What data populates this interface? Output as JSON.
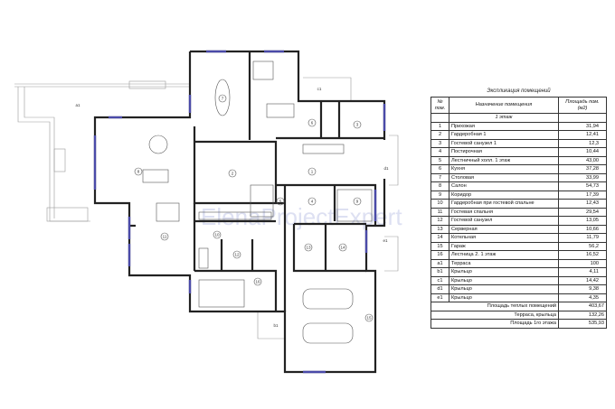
{
  "watermark": "ElenaProjectExpert",
  "plan": {
    "rooms": [
      {
        "num": "1",
        "label": "1"
      },
      {
        "num": "2",
        "label": "2"
      },
      {
        "num": "3",
        "label": "3"
      },
      {
        "num": "4",
        "label": "4"
      },
      {
        "num": "5",
        "label": "5"
      },
      {
        "num": "6",
        "label": "6"
      },
      {
        "num": "7",
        "label": "7"
      },
      {
        "num": "8",
        "label": "8"
      },
      {
        "num": "9",
        "label": "9"
      },
      {
        "num": "10",
        "label": "10"
      },
      {
        "num": "11",
        "label": "11"
      },
      {
        "num": "12",
        "label": "12"
      },
      {
        "num": "13",
        "label": "13"
      },
      {
        "num": "14",
        "label": "14"
      },
      {
        "num": "15",
        "label": "15"
      },
      {
        "num": "16",
        "label": "16"
      }
    ],
    "outdoor": [
      "a1",
      "b1",
      "c1",
      "d1",
      "e1"
    ],
    "window_color": "#4a4aa8"
  },
  "table": {
    "title": "Экспликация помещений",
    "headers": {
      "num": "№ пом.",
      "name": "Назначение помещения",
      "area": "Площадь пом. (м2)"
    },
    "floor_label": "1 этаж",
    "rows": [
      {
        "num": "1",
        "name": "Прихожая",
        "area": "31,94"
      },
      {
        "num": "2",
        "name": "Гардеробная 1",
        "area": "12,41"
      },
      {
        "num": "3",
        "name": "Гостевой санузел 1",
        "area": "12,3"
      },
      {
        "num": "4",
        "name": "Постирочная",
        "area": "10,44"
      },
      {
        "num": "5",
        "name": "Лестничный холл. 1 этаж",
        "area": "43,00"
      },
      {
        "num": "6",
        "name": "Кухня",
        "area": "37,28"
      },
      {
        "num": "7",
        "name": "Столовая",
        "area": "33,99"
      },
      {
        "num": "8",
        "name": "Салон",
        "area": "54,73"
      },
      {
        "num": "9",
        "name": "Коридор",
        "area": "17,39"
      },
      {
        "num": "10",
        "name": "Гардеробная при гостевой спальне",
        "area": "12,43"
      },
      {
        "num": "11",
        "name": "Гостевая спальня",
        "area": "29,54"
      },
      {
        "num": "12",
        "name": "Гостевой санузел",
        "area": "13,05"
      },
      {
        "num": "13",
        "name": "Серверная",
        "area": "10,66"
      },
      {
        "num": "14",
        "name": "Котельная",
        "area": "11,79"
      },
      {
        "num": "15",
        "name": "Гараж",
        "area": "56,2"
      },
      {
        "num": "16",
        "name": "Лестница 2. 1 этаж",
        "area": "16,52"
      },
      {
        "num": "a1",
        "name": "Терраса",
        "area": "100"
      },
      {
        "num": "b1",
        "name": "Крыльцо",
        "area": "4,11"
      },
      {
        "num": "c1",
        "name": "Крыльцо",
        "area": "14,42"
      },
      {
        "num": "d1",
        "name": "Крыльцо",
        "area": "9,38"
      },
      {
        "num": "e1",
        "name": "Крыльцо",
        "area": "4,35"
      }
    ],
    "summary": [
      {
        "label": "Площадь теплых помещений",
        "value": "403,67"
      },
      {
        "label": "Терраса, крыльца",
        "value": "132,26"
      },
      {
        "label": "Площадь 1го этажа",
        "value": "535,93"
      }
    ]
  }
}
